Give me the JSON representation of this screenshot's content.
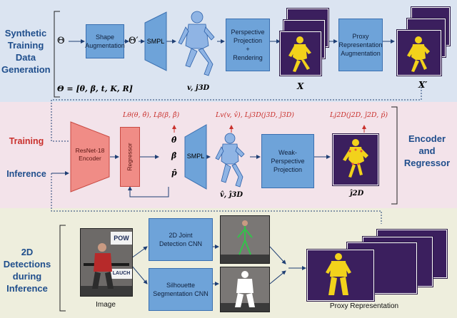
{
  "sections": {
    "synthetic_label": "Synthetic\nTraining\nData\nGeneration",
    "training_label": "Training",
    "inference_label": "Inference",
    "encoder_regressor_label": "Encoder\nand\nRegressor",
    "detections_label": "2D\nDetections\nduring\nInference"
  },
  "synthetic": {
    "theta": "Θ",
    "theta_prime": "Θ′",
    "theta_def": "Θ = [θ, β, t, K, R]",
    "shape_aug": "Shape\nAugmentation",
    "smpl": "SMPL",
    "mesh_label": "v, j3D",
    "projection": "Perspective\nProjection\n+\nRendering",
    "x_label": "X",
    "proxy_aug": "Proxy\nRepresentation\nAugmentation",
    "x_prime_label": "X′"
  },
  "encoder": {
    "resnet": "ResNet-18\nEncoder",
    "regressor": "Regressor",
    "theta_hat": "θ̂",
    "beta_hat": "β̂",
    "p_hat": "p̂",
    "smpl": "SMPL",
    "weak_proj": "Weak-Perspective\nProjection",
    "loss_theta": "Lθ(θ, θ̂), Lβ(β, β̂)",
    "loss_v": "Lv(v, v̂), Lj3D(j3D, ĵ3D)",
    "loss_j2d": "Lj2D(j2D, ĵ2D, p̂)",
    "mesh_hat_label": "v̂, ĵ3D",
    "j2d_hat_label": "ĵ2D"
  },
  "detections": {
    "image_caption": "Image",
    "joint_cnn": "2D Joint\nDetection CNN",
    "silhouette_cnn": "Silhouette\nSegmentation CNN",
    "proxy_caption": "Proxy Representation",
    "banner_top": "POW",
    "banner_bottom": "LAUCH"
  },
  "colors": {
    "band_top": "#dbe4f1",
    "band_mid": "#f3e3ea",
    "band_bot": "#eeeedd",
    "blue_box": "#6ea3d9",
    "red_box": "#f08c86",
    "proxy_bg": "#3b1f5e",
    "silhouette": "#f2d21b",
    "loss_red": "#c9302c"
  }
}
